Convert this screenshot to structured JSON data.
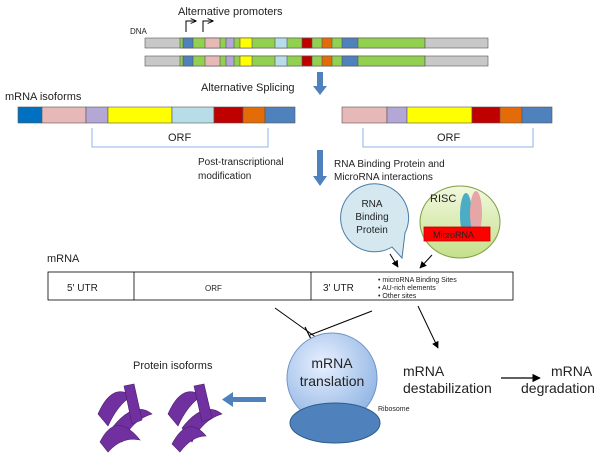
{
  "labels": {
    "alt_promoters": "Alternative promoters",
    "dna": "DNA",
    "alt_splicing": "Alternative Splicing",
    "mrna_isoforms": "mRNA isoforms",
    "orf_left": "ORF",
    "orf_right": "ORF",
    "post_tx_1": "Post-transcriptional",
    "post_tx_2": "modification",
    "rbp_micro_1": "RNA Binding Protein and",
    "rbp_micro_2": "MicroRNA interactions",
    "rbp_1": "RNA",
    "rbp_2": "Binding",
    "rbp_3": "Protein",
    "risc": "RISC",
    "microrna": "MicroRNA",
    "mrna": "mRNA",
    "utr5": "5' UTR",
    "orf_mrna": "ORF",
    "utr3": "3' UTR",
    "site_1": "• microRNA Binding Sites",
    "site_2": "• AU-rich elements",
    "site_3": "• Other sites",
    "translation_1": "mRNA",
    "translation_2": "translation",
    "ribosome": "Ribosome",
    "destab_1": "mRNA",
    "destab_2": "destabilization",
    "degrad_1": "mRNA",
    "degrad_2": "degradation",
    "protein_isoforms": "Protein isoforms"
  },
  "colors": {
    "dna_gray": "#c8c8c8",
    "dna_green": "#92d050",
    "exon_blue": "#4f81bd",
    "exon_pink": "#e6b8b7",
    "exon_lavender": "#b4a7d6",
    "exon_yellow": "#ffff00",
    "exon_lightblue": "#b7dde8",
    "exon_red": "#c00000",
    "exon_orange": "#e36c09",
    "exon_darkblue": "#0070c0",
    "arrow_blue": "#4f81bd",
    "protein_purple": "#7030a0"
  }
}
